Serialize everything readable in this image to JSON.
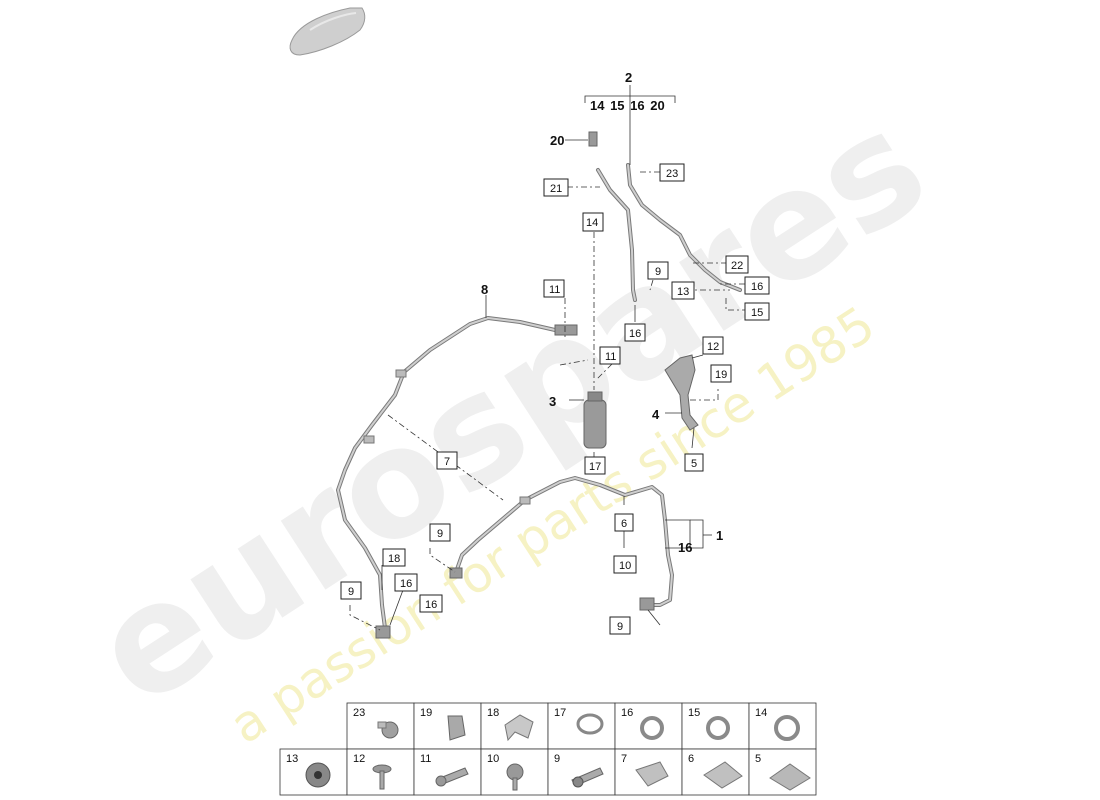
{
  "watermark": {
    "brand": "eurospares",
    "tagline": "a passion for parts since 1985"
  },
  "assemblies": [
    {
      "id": "a1",
      "main": "1",
      "subs": "16"
    },
    {
      "id": "a2",
      "main": "2",
      "subs": "14 15 16 20"
    }
  ],
  "bold_labels": [
    "20",
    "8",
    "3",
    "4"
  ],
  "boxed_labels": [
    "23",
    "21",
    "14",
    "22",
    "9",
    "16",
    "13",
    "15",
    "11",
    "16",
    "11",
    "12",
    "19",
    "17",
    "5",
    "7",
    "6",
    "10",
    "9",
    "18",
    "16",
    "9",
    "16",
    "9"
  ],
  "legend": {
    "row1": [
      "23",
      "19",
      "18",
      "17",
      "16",
      "15",
      "14"
    ],
    "row2": [
      "13",
      "12",
      "11",
      "10",
      "9",
      "7",
      "6",
      "5"
    ]
  }
}
